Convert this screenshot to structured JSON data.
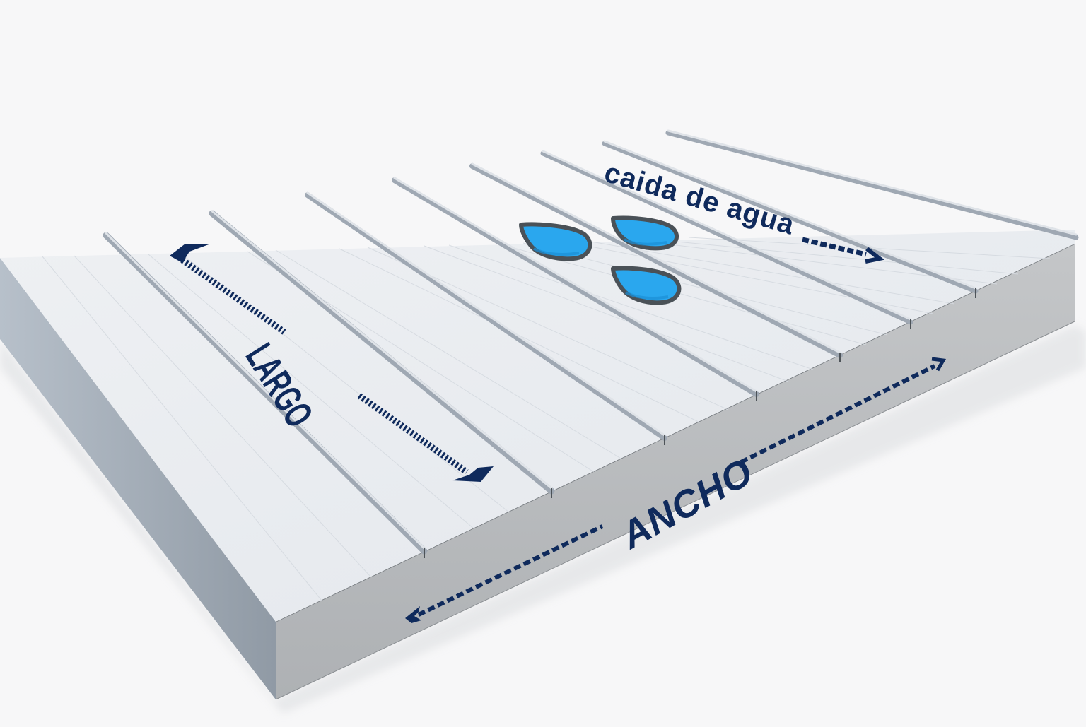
{
  "diagram": {
    "subject": "sandwich roof panel",
    "labels": {
      "flow": "caida de agua",
      "length": "LARGO",
      "width": "ANCHO"
    },
    "icons": {
      "water_drops": 3
    },
    "colors": {
      "label": "#0f2a5c",
      "drop_fill": "#2aa7ee",
      "drop_outline": "#4a5157",
      "panel_top": "#e9ecf0",
      "panel_edge": "#b9bcbf",
      "panel_side": "#9fa8b2",
      "ridge": "#b6bdc6",
      "background": "#f7f7f8"
    }
  }
}
